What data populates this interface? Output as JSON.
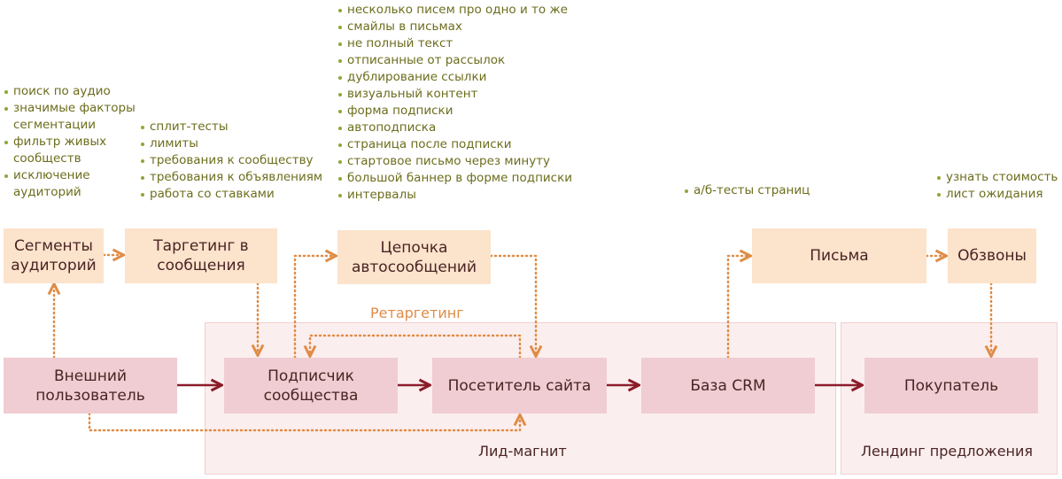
{
  "zones": {
    "retargeting": "Ретаргетинг",
    "lead_magnet": "Лид-магнит",
    "landing": "Лендинг предложения"
  },
  "boxes": {
    "segments": "Сегменты\nаудиторий",
    "targeting": "Таргетинг в\nсообщения",
    "chain": "Цепочка\nавтосообщений",
    "letters": "Письма",
    "calls": "Обзвоны",
    "external": "Внешний\nпользователь",
    "subscriber": "Подписчик\nсообщества",
    "visitor": "Посетитель сайта",
    "crm": "База CRM",
    "buyer": "Покупатель"
  },
  "notes": {
    "segments": [
      "поиск по аудио",
      "значимые факторы",
      "сегментации",
      "фильтр живых",
      "сообществ",
      "исключение",
      "аудиторий"
    ],
    "targeting": [
      "сплит-тесты",
      "лимиты",
      "требования к сообществу",
      "требования к объявлениям",
      "работа со ставками"
    ],
    "chain": [
      "несколько писем про одно и то же",
      "смайлы в письмах",
      "не полный текст",
      "отписанные от рассылок",
      "дублирование ссылки",
      "визуальный контент",
      "форма подписки",
      "автоподписка",
      "страница после подписки",
      "стартовое письмо через минуту",
      "большой баннер в форме подписки",
      "интервалы"
    ],
    "letters": [
      "а/б-тесты страниц"
    ],
    "calls": [
      "узнать стоимость",
      "лист ожидания"
    ]
  },
  "colors": {
    "top_box": "#fce3cb",
    "bottom_box": "#efcdd2",
    "zone_fill": "#fbeeee",
    "dotted_arrow": "#e08c46",
    "solid_arrow": "#8b1c2a",
    "note_text": "#6d6d1e",
    "bullet": "#8fa636"
  }
}
